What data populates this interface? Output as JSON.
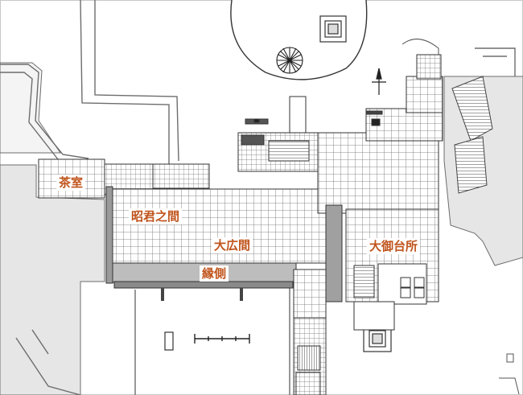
{
  "labels": {
    "chashitsu": "茶室",
    "shokun_no_ma": "昭君之間",
    "ohiroma": "大広間",
    "engawa": "縁側",
    "odaidokoro": "大御台所"
  },
  "colors": {
    "label_text": "#c0541c",
    "line": "#333333",
    "gray_area": "#e4e4e4",
    "dark_fill": "#555555"
  },
  "icons": [
    "north-arrow-icon",
    "tree-icon",
    "scale-bar-icon"
  ]
}
